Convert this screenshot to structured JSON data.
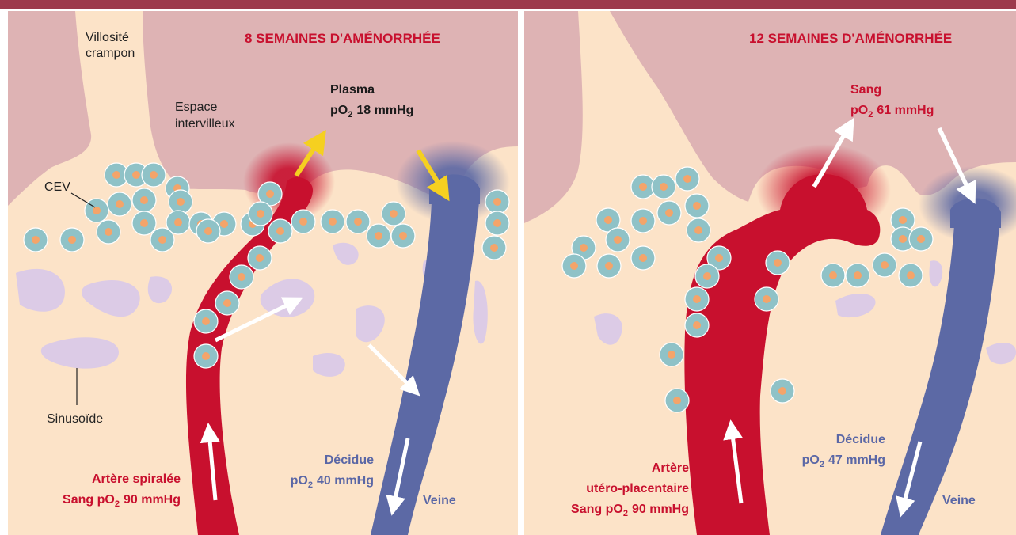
{
  "colors": {
    "villous": "#deb3b4",
    "decidua": "#fce3c8",
    "sinusoid": "#dccbe6",
    "artery": "#c8102e",
    "vein": "#5c69a5",
    "cell": "#8fc2c7",
    "nucleus": "#f4a46a",
    "plasma_arrow": "#f5d020",
    "topbar": "#9d3a4c"
  },
  "left": {
    "title": "8 SEMAINES D'AMÉNORRHÉE",
    "villus_label": [
      "Villosité",
      "crampon"
    ],
    "intervillous_label": [
      "Espace",
      "intervilleux"
    ],
    "cev_label": "CEV",
    "sinusoid_label": "Sinusoïde",
    "plasma_label": "Plasma",
    "plasma_po2": "18 mmHg",
    "artery_label": "Artère spiralée",
    "artery_blood_prefix": "Sang",
    "artery_po2": "90 mmHg",
    "decidua_label": "Décidue",
    "decidua_po2": "40 mmHg",
    "vein_label": "Veine"
  },
  "right": {
    "title": "12 SEMAINES D'AMÉNORRHÉE",
    "blood_label": "Sang",
    "blood_po2": "61 mmHg",
    "artery_label": [
      "Artère",
      "utéro-placentaire"
    ],
    "artery_blood_prefix": "Sang",
    "artery_po2": "90 mmHg",
    "decidua_label": "Décidue",
    "decidua_po2": "47 mmHg",
    "vein_label": "Veine"
  },
  "po2_prefix": "pO",
  "po2_subscript": "2"
}
